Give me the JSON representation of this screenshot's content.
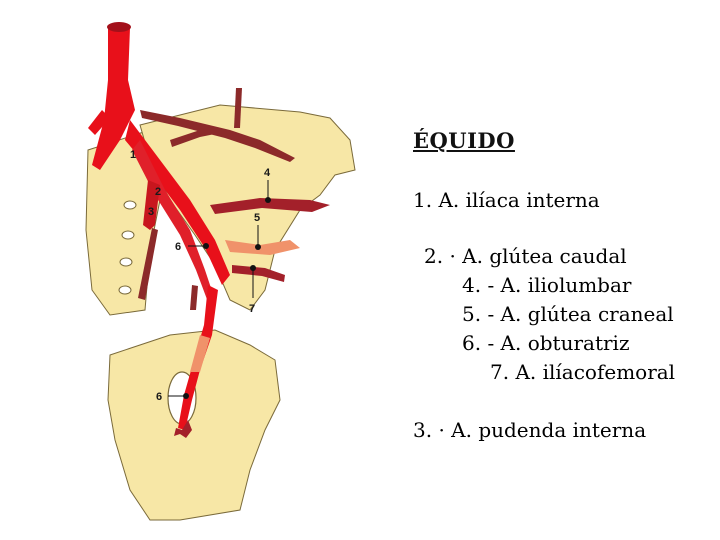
{
  "legend": {
    "title": "ÉQUIDO",
    "items": [
      "1. A. ilíaca interna",
      "2. · A. glútea caudal",
      "4. - A. iliolumbar",
      "5. - A. glútea craneal",
      "6.  - A. obturatriz",
      "7. A. ilíacofemoral",
      "3. · A. pudenda interna"
    ]
  },
  "diagram": {
    "labels": [
      "1",
      "2",
      "3",
      "4",
      "5",
      "6",
      "7",
      "6"
    ]
  },
  "colors": {
    "bone": "#f7e7a6",
    "bone_outline": "#7a6a3a",
    "artery_main": "#e8101a",
    "artery_dark": "#8c2a2a",
    "artery_light": "#f0926a",
    "background": "#ffffff"
  }
}
